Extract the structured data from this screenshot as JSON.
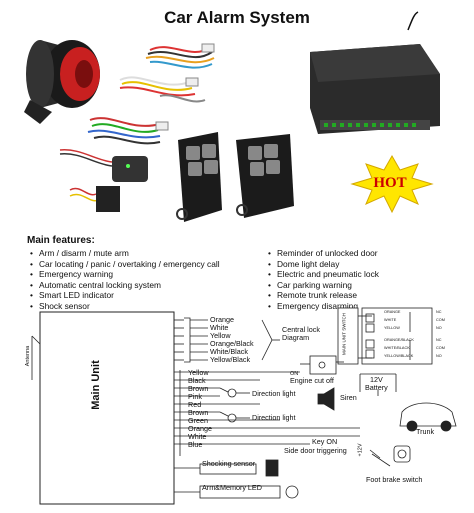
{
  "title": "Car Alarm System",
  "hot_badge": "HOT",
  "features": {
    "heading": "Main features:",
    "left": [
      "Arm / disarm / mute arm",
      "Car locating / panic / overtaking / emergency call",
      "Emergency warning",
      "Automatic central locking system",
      "Smart LED indicator",
      "Shock sensor"
    ],
    "right": [
      "Reminder of unlocked door",
      "Dome light delay",
      "Electric and pneumatic lock",
      "Car parking warning",
      "Remote trunk release",
      "Emergency disarming"
    ]
  },
  "diagram": {
    "main_unit": "Main Unit",
    "antenna": "Antenna",
    "upper_wires": [
      "Orange",
      "White",
      "Yellow",
      "Orange/Black",
      "White/Black",
      "Yellow/Black"
    ],
    "central_lock": "Central lock\nDiagram",
    "main_unit_switch": "MAIN UNIT SWITCH",
    "switch_wires": [
      "ORANGE",
      "WHITE",
      "YELLOW",
      "ORANGE/BLACK",
      "WHITE/BLACK",
      "YELLOW/BLACK"
    ],
    "switch_pins": [
      "NC",
      "COM",
      "NO",
      "NC",
      "COM",
      "NO"
    ],
    "on": "ON",
    "engine_cut_off": "Engine cut off",
    "battery": "12V\nBattery",
    "lower_wires": [
      "Yellow",
      "Black",
      "Brown",
      "Pink",
      "Red",
      "Brown",
      "Green",
      "Orange",
      "White",
      "Blue"
    ],
    "direction_light_1": "Direction light",
    "direction_light_2": "Direction light",
    "siren": "Siren",
    "trunk": "Trunk",
    "key_on": "Key ON",
    "side_door": "Side door triggering",
    "plus12v": "+12V",
    "foot_brake": "Foot brake switch",
    "shocking_sensor": "Shocking sensor",
    "arm_memory_led": "Arm&Memory LED"
  },
  "colors": {
    "hot_star": "#ffe600",
    "hot_text": "#cc0000",
    "siren_red": "#d22020"
  }
}
